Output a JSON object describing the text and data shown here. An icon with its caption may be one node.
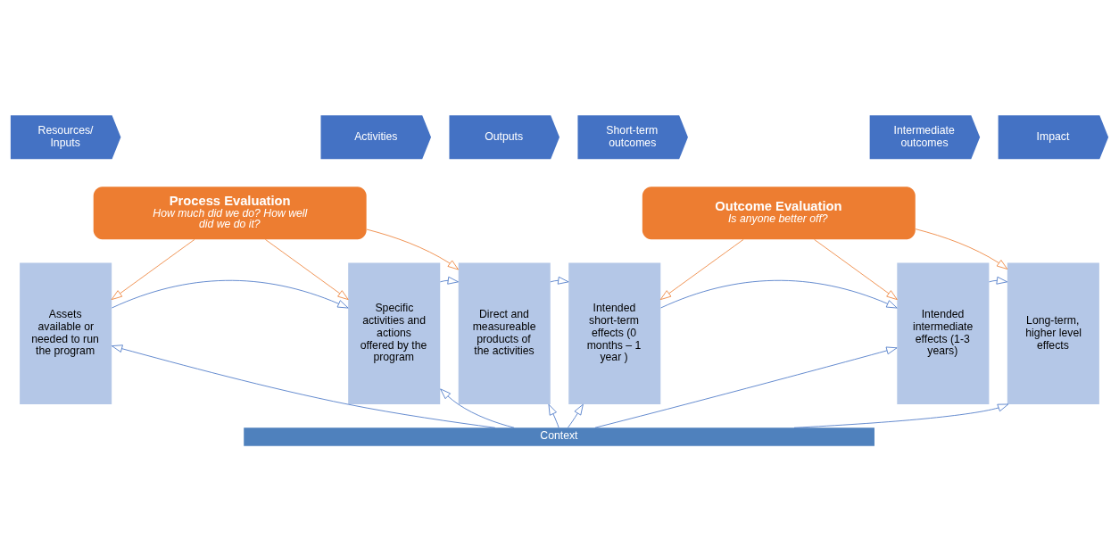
{
  "diagram": {
    "nodes": [
      {
        "text": [
          "Resources/ Inputs"
        ]
      },
      {
        "text": [
          "Activities"
        ]
      },
      {
        "text": [
          "Outputs"
        ]
      },
      {
        "text": [
          "Short-term outcomes"
        ]
      },
      {
        "text": [
          "Intermediate outcomes"
        ]
      },
      {
        "text": [
          "Impact"
        ]
      },
      {
        "text": [
          "Process Evaluation",
          "How much did we do? How well did we do it?"
        ]
      },
      {
        "text": [
          "Outcome Evaluation",
          "Is anyone better off?"
        ]
      },
      {
        "text": [
          "Assets available or needed to run the program"
        ]
      },
      {
        "text": [
          "Specific activities and actions offered by the program"
        ]
      },
      {
        "text": [
          "Direct and measureable products of the activities"
        ]
      },
      {
        "text": [
          "Intended short-term effects (0 months – 1 year )"
        ]
      },
      {
        "text": [
          "Intended intermediate effects (1-3 years)"
        ]
      },
      {
        "text": [
          "Long-term, higher level effects"
        ]
      },
      {
        "text": [
          "Context"
        ]
      }
    ],
    "edges": [
      {
        "from": 6,
        "to": 8,
        "arrow": "to",
        "color": "#ed7d31"
      },
      {
        "from": 6,
        "to": 9,
        "arrow": "to",
        "color": "#ed7d31"
      },
      {
        "from": 6,
        "to": 10,
        "arrow": "to",
        "color": "#ed7d31"
      },
      {
        "from": 7,
        "to": 11,
        "arrow": "to",
        "color": "#ed7d31"
      },
      {
        "from": 7,
        "to": 12,
        "arrow": "to",
        "color": "#ed7d31"
      },
      {
        "from": 7,
        "to": 13,
        "arrow": "to",
        "color": "#ed7d31"
      },
      {
        "from": 8,
        "to": 9,
        "arrow": "to"
      },
      {
        "from": 9,
        "to": 10,
        "arrow": "to"
      },
      {
        "from": 10,
        "to": 11,
        "arrow": "to"
      },
      {
        "from": 11,
        "to": 12,
        "arrow": "to"
      },
      {
        "from": 12,
        "to": 13,
        "arrow": "to"
      },
      {
        "from": 14,
        "to": 8,
        "arrow": "to"
      },
      {
        "from": 14,
        "to": 9,
        "arrow": "to"
      },
      {
        "from": 14,
        "to": 10,
        "arrow": "to"
      },
      {
        "from": 14,
        "to": 11,
        "arrow": "to"
      },
      {
        "from": 14,
        "to": 12,
        "arrow": "to"
      },
      {
        "from": 14,
        "to": 13,
        "arrow": "to"
      }
    ]
  }
}
